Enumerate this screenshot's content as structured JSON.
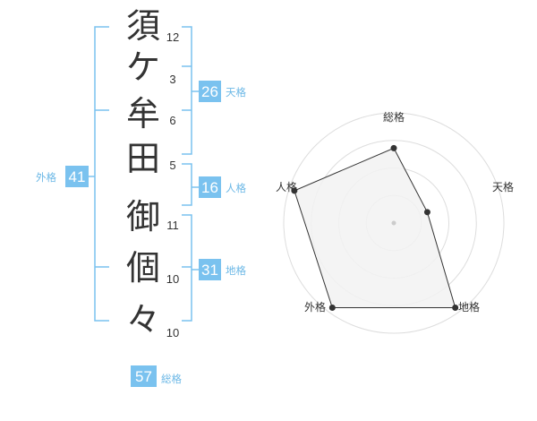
{
  "name_chars": [
    {
      "char": "須",
      "strokes": "12"
    },
    {
      "char": "ケ",
      "strokes": "3"
    },
    {
      "char": "牟",
      "strokes": "6"
    },
    {
      "char": "田",
      "strokes": "5"
    },
    {
      "char": "御",
      "strokes": "11"
    },
    {
      "char": "個",
      "strokes": "10"
    },
    {
      "char": "々",
      "strokes": "10"
    }
  ],
  "kakusu": {
    "tenkaku": {
      "value": "26",
      "label": "天格"
    },
    "jinkaku": {
      "value": "16",
      "label": "人格"
    },
    "chikaku": {
      "value": "31",
      "label": "地格"
    },
    "gaikaku": {
      "value": "41",
      "label": "外格"
    },
    "soukaku": {
      "value": "57",
      "label": "総格"
    }
  },
  "colors": {
    "accent": "#6cb8e6",
    "badge_fill": "#7ac2ef",
    "radar_fill": "#f2f2f2",
    "radar_grid": "#dddddd",
    "radar_line": "#333333"
  },
  "chart_data": {
    "type": "radar",
    "axes": [
      "総格",
      "天格",
      "地格",
      "外格",
      "人格"
    ],
    "values": [
      0.68,
      0.32,
      0.95,
      0.95,
      0.95
    ],
    "max": 1,
    "rings": 4
  }
}
